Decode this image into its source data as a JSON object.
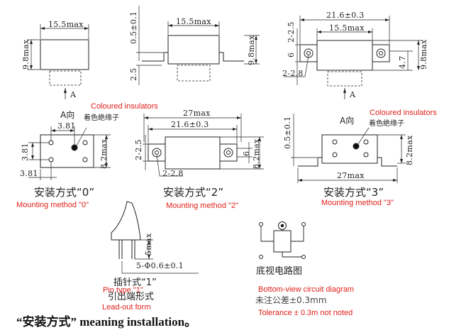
{
  "views": {
    "top_left": {
      "dim_width": "15.5max",
      "dim_height": "9.8max",
      "arrow_label": "A"
    },
    "top_middle": {
      "dim_width": "15.5max",
      "dim_offset": "0.5±0.1",
      "dim_height": "9.8max",
      "dim_pin": "2.5"
    },
    "top_right": {
      "dim_overall": "21.6±0.3",
      "dim_body": "15.5max",
      "dim_tab": "2-2.5",
      "dim_six": "6",
      "dim_four": "4.7",
      "dim_height": "9.8max",
      "dim_hole": "2-2.8",
      "arrow_label": "A"
    },
    "method_0": {
      "view_label": "A向",
      "pin_pitch": "3.81",
      "pin_pitch_v": "3.81",
      "pin_pitch_bottom": "3.81",
      "dim_height": "8.2max",
      "insulator_cn": "着色绝缘子",
      "insulator_en": "Coloured insulators",
      "caption_cn": "安装方式“0”",
      "caption_en": "Mounting method \"0\""
    },
    "method_2": {
      "dim_overall": "27max",
      "dim_mid": "21.6±0.3",
      "dim_tab": "2-2.5",
      "dim_six": "6",
      "dim_height": "8.2max",
      "dim_hole": "2-2.8",
      "caption_cn": "安装方式“2”",
      "caption_en": "Mounting method \"2\""
    },
    "method_3": {
      "view_label": "A向",
      "dim_offset": "0.5±0.1",
      "dim_height": "8.2max",
      "dim_overall": "27max",
      "insulator_cn": "着色绝缘子",
      "insulator_en": "Coloured insulators",
      "caption_cn": "安装方式“3”",
      "caption_en": "Mounting method \"3\""
    },
    "pin_type": {
      "dim_length": "5max",
      "dim_pin": "5-Φ0.6±0.1",
      "caption_cn1": "插针式“1”",
      "caption_en1": "Pin type \"1\"",
      "caption_cn2": "引出端形式",
      "caption_en2": "Lead-out form"
    },
    "circuit": {
      "caption_cn": "底视电路图",
      "caption_en": "Bottom-view circuit diagram",
      "tolerance_cn": "未注公差±0.3mm",
      "tolerance_en": "Tolerance ± 0.3m not noted"
    }
  },
  "footer": {
    "note": "“安装方式” meaning installation。"
  },
  "colors": {
    "line": "#222222",
    "annotation": "#e0201b",
    "background": "#ffffff"
  }
}
